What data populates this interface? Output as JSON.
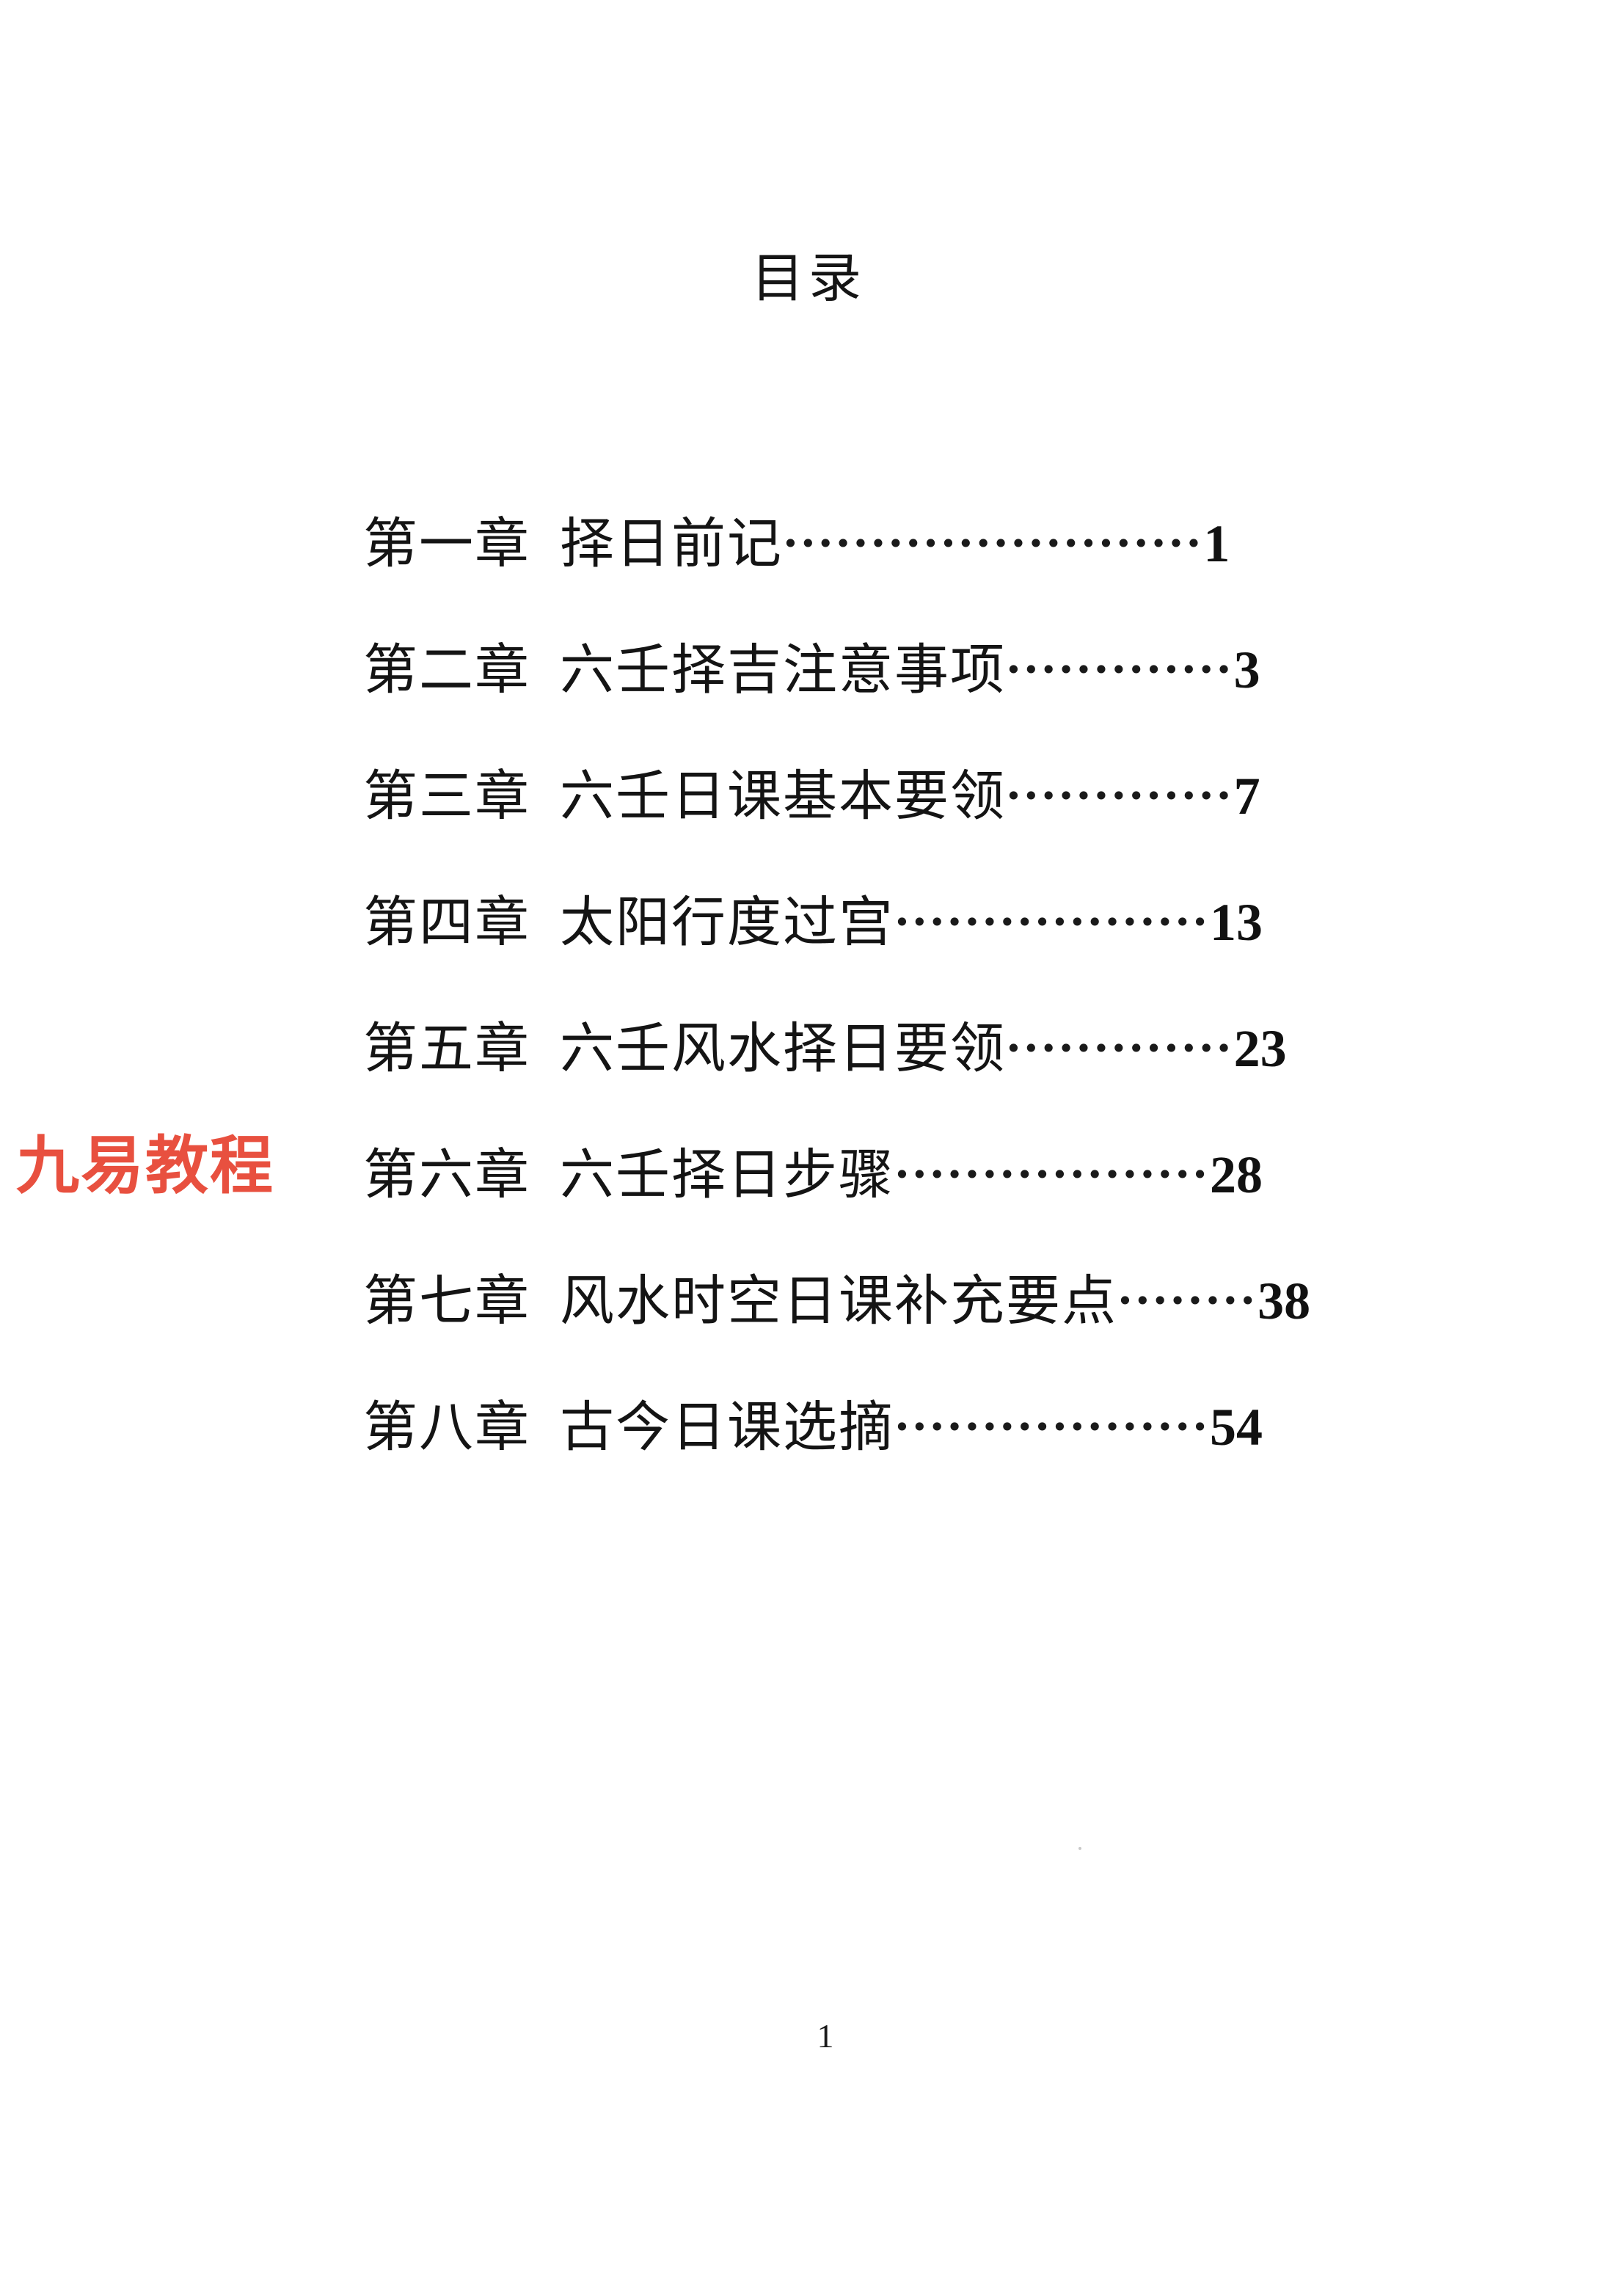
{
  "document": {
    "title": "目录",
    "entries": [
      {
        "chapter": "第一章",
        "title": "择日前记",
        "leader": "························",
        "page": "1"
      },
      {
        "chapter": "第二章",
        "title": "六壬择吉注意事项",
        "leader": "·············",
        "page": "3"
      },
      {
        "chapter": "第三章",
        "title": "六壬日课基本要领",
        "leader": "·············",
        "page": "7"
      },
      {
        "chapter": "第四章",
        "title": "太阳行度过宫",
        "leader": "··················",
        "page": "13"
      },
      {
        "chapter": "第五章",
        "title": "六壬风水择日要领",
        "leader": "·············",
        "page": "23"
      },
      {
        "chapter": "第六章",
        "title": "六壬择日步骤",
        "leader": "··················",
        "page": "28"
      },
      {
        "chapter": "第七章",
        "title": "风水时空日课补充要点",
        "leader": "········",
        "page": "38"
      },
      {
        "chapter": "第八章",
        "title": "古今日课选摘",
        "leader": "··················",
        "page": "54"
      }
    ],
    "watermark": "九易教程",
    "page_number": "1"
  },
  "colors": {
    "text": "#111111",
    "watermark": "#e8503f",
    "background": "#ffffff"
  }
}
